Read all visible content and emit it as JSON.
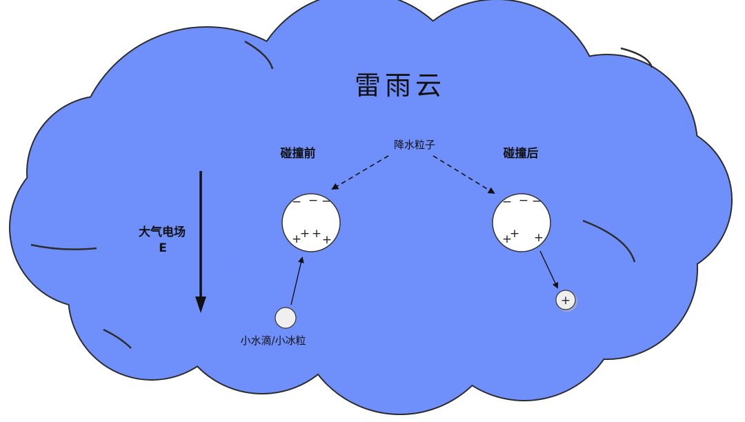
{
  "title": "雷雨云",
  "labels": {
    "before": "碰撞前",
    "after": "碰撞后",
    "precipitation": "降水粒子",
    "field": "大气电场",
    "field_symbol": "E",
    "small_particle": "小水滴/小冰粒"
  },
  "charges": {
    "neg": "−",
    "pos": "+"
  },
  "colors": {
    "cloud_fill": "#6f8ffb",
    "cloud_stroke": "#2c2c2c",
    "particle_fill": "#ffffff",
    "small_particle_fill": "#efefef"
  }
}
